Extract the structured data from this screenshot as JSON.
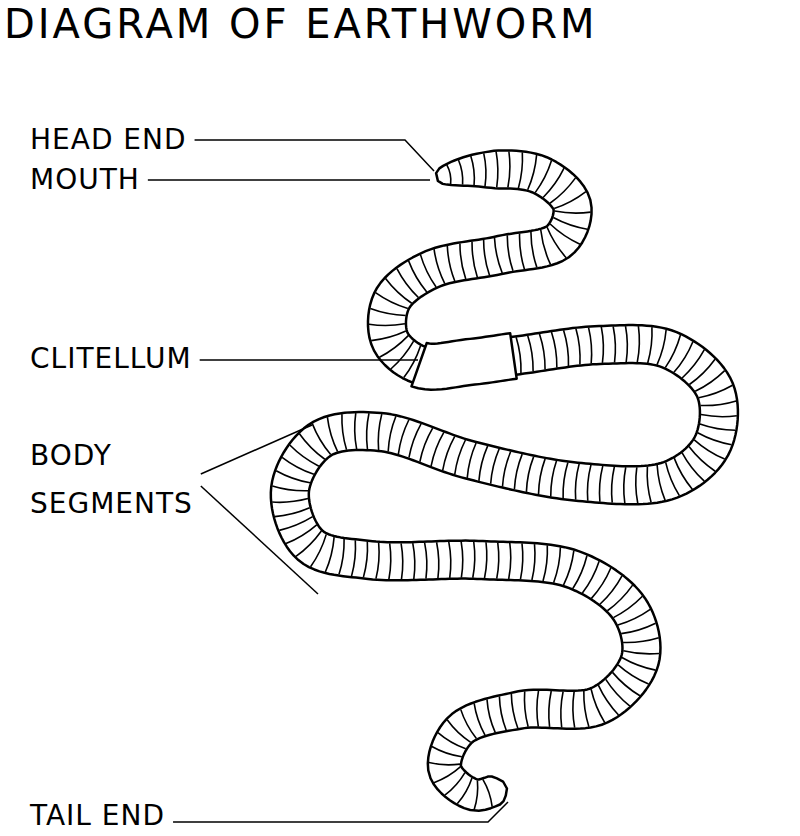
{
  "diagram": {
    "title": "DIAGRAM OF EARTHWORM",
    "labels": [
      "HEAD END",
      "MOUTH",
      "CLITELLUM",
      "BODY SEGMENTS",
      "TAIL END"
    ]
  }
}
